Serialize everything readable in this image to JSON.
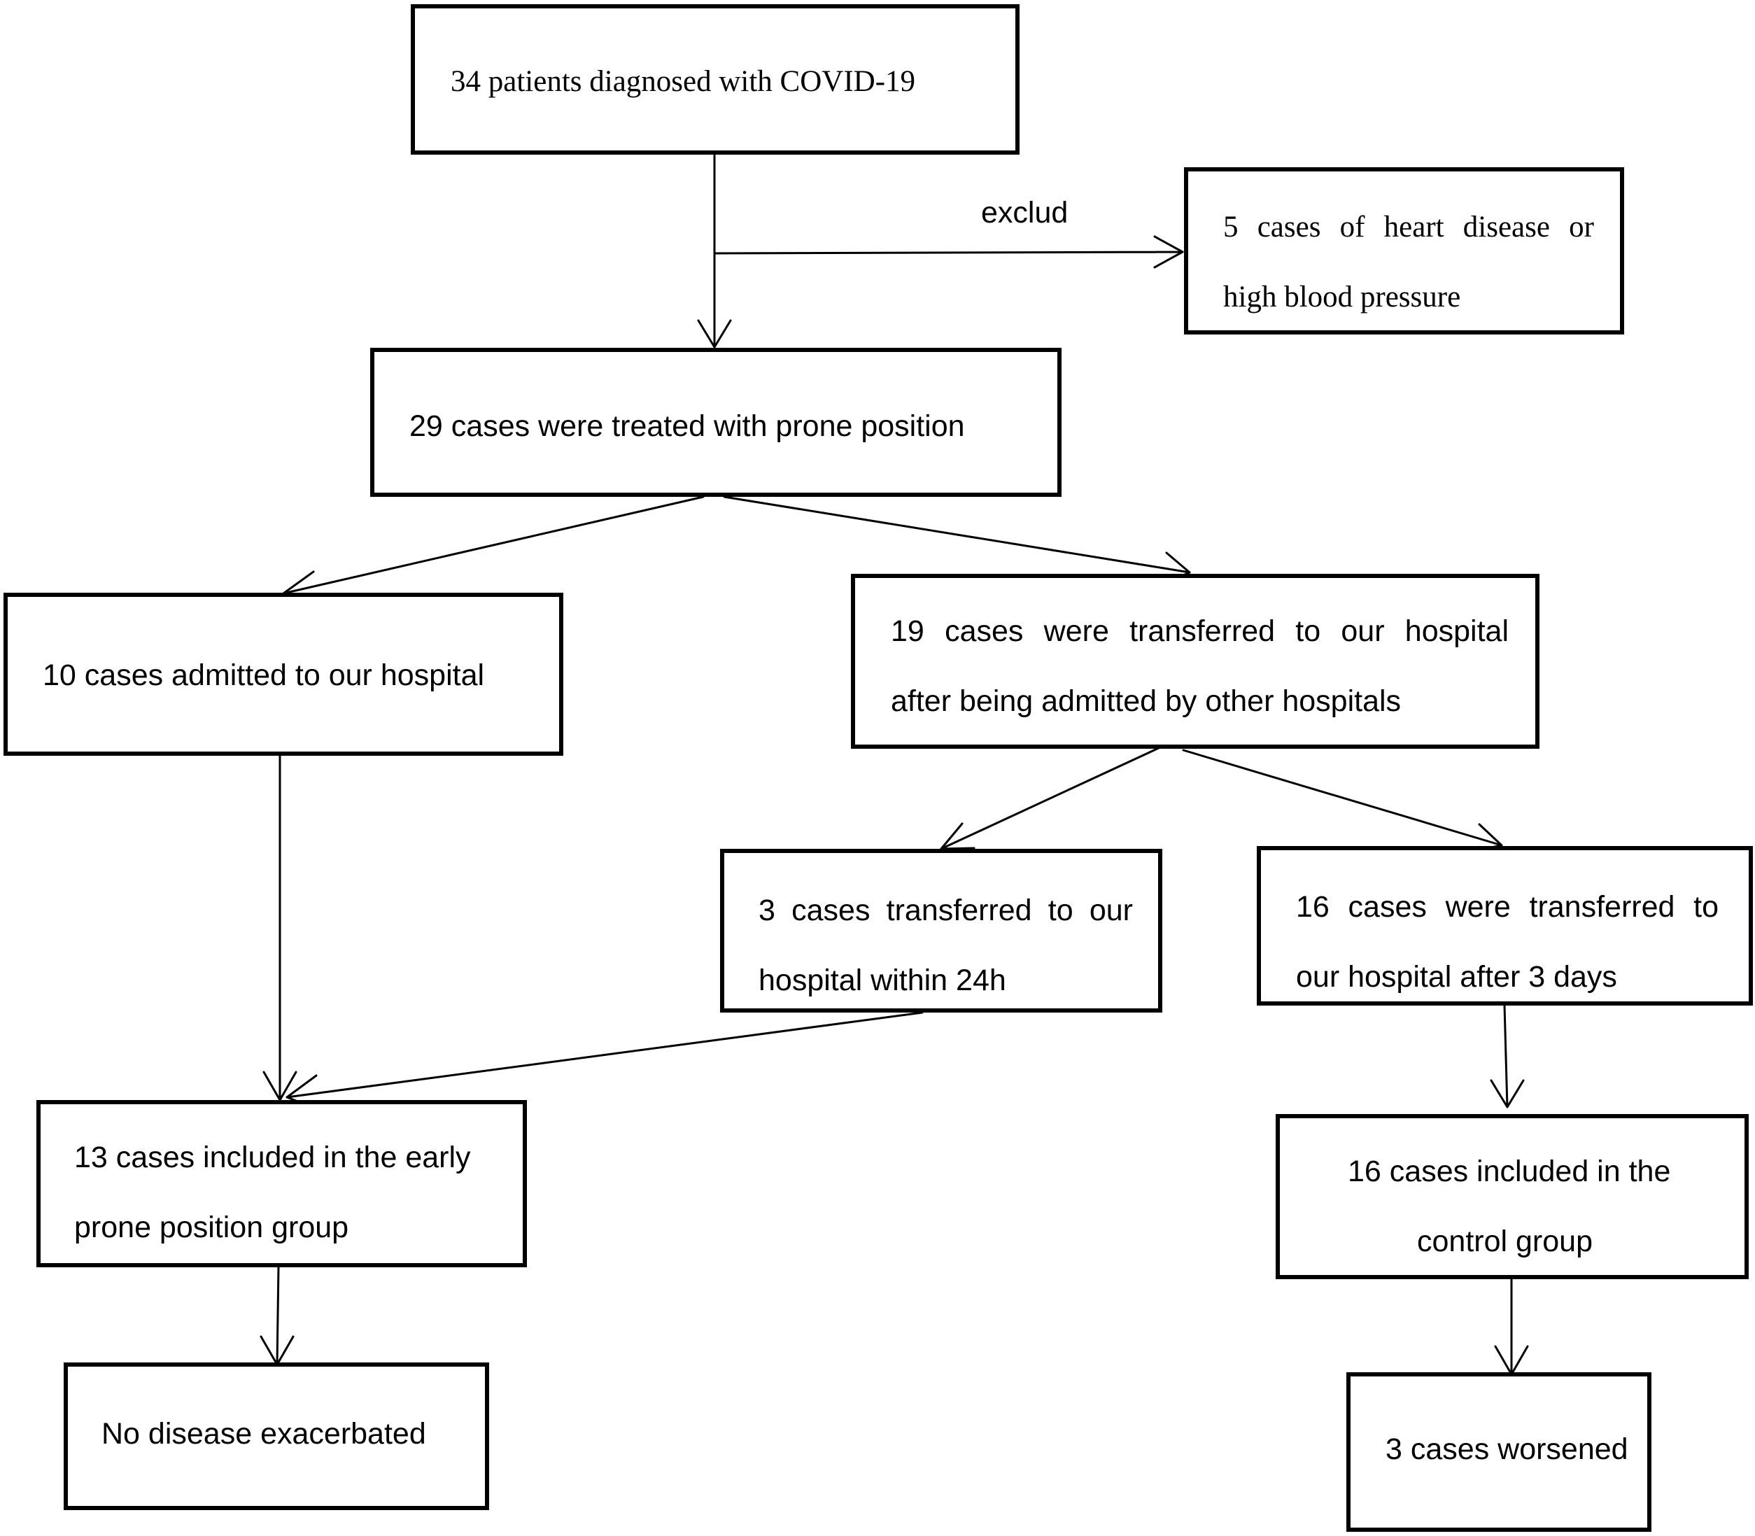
{
  "diagram": {
    "boxes": {
      "total": "34 patients diagnosed with COVID-19",
      "excluded_line1": "5 cases of heart disease or",
      "excluded_line2": "high blood pressure",
      "prone": "29 cases were treated with prone position",
      "admitted": "10 cases admitted to our hospital",
      "transferred_line1": "19 cases were transferred to our hospital",
      "transferred_line2": "after being admitted by other hospitals",
      "within24_line1": "3 cases transferred to our",
      "within24_line2": "hospital within 24h",
      "after3_line1": "16 cases were transferred to",
      "after3_line2": "our hospital after 3 days",
      "early_line1": "13 cases included in the early",
      "early_line2": "prone position group",
      "control_line1": "16 cases included in the",
      "control_line2": "control group",
      "no_exacerbation": "No disease exacerbated",
      "worsened": "3 cases worsened"
    },
    "labels": {
      "exclude": "exclud"
    }
  }
}
